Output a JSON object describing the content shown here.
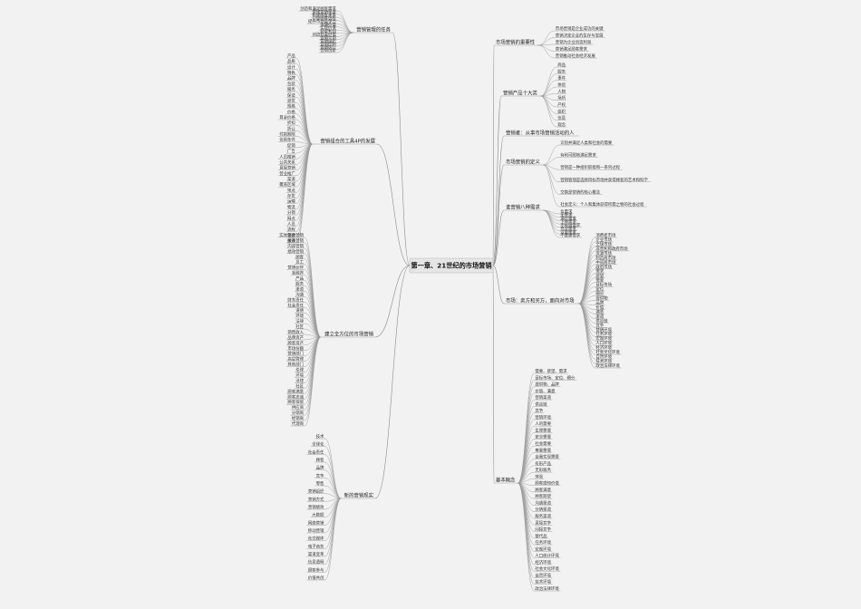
{
  "center": {
    "label": "第一章、21世纪的市场营销"
  },
  "branches": [
    {
      "label": "营销管理的任务",
      "side": "left",
      "children": [
        "创造和满足顾客需求",
        "管理营销渠道",
        "构建顾客关系",
        "引导顾客选择",
        "提升市场竞争力",
        "传播价值",
        "实现价值",
        "获取利润",
        "创造社会价值",
        "营销计划",
        "营销组织",
        "营销控制",
        "营销执行",
        "营销创新"
      ]
    },
    {
      "label": "营销组合的工具4P的发展",
      "side": "left",
      "children": [
        "产品",
        "品质",
        "设计",
        "特色",
        "品牌",
        "包装",
        "服务",
        "保证",
        "退货",
        "规格",
        "价格",
        "目录价格",
        "折扣",
        "折让",
        "付款期限",
        "信用条件",
        "促销",
        "广告",
        "人员推销",
        "公共关系",
        "直接营销",
        "营业推广",
        "渠道",
        "覆盖区域",
        "地点",
        "存货",
        "运输",
        "物流",
        "分销",
        "网点",
        "人员",
        "流程",
        "实体证据",
        "绩效"
      ]
    },
    {
      "label": "建立全方位的市场营销",
      "side": "left",
      "children": [
        "整合营销",
        "关系营销",
        "内部营销",
        "绩效营销",
        "顾客",
        "员工",
        "营销伙伴",
        "金融界",
        "产品",
        "服务",
        "渠道",
        "沟通",
        "财务责任",
        "社会责任",
        "道德",
        "环境",
        "法律",
        "社区",
        "销售收入",
        "品牌资产",
        "顾客资产",
        "市场份额",
        "营销部门",
        "高层管理",
        "其他部门",
        "伦理",
        "环境",
        "法律",
        "社区",
        "顾客满意",
        "顾客忠诚",
        "顾客保留",
        "供应商",
        "分销商",
        "经销商",
        "代理商"
      ]
    },
    {
      "label": "新的营销现实",
      "side": "left",
      "children": [
        "技术",
        "全球化",
        "社会责任",
        "顾客",
        "品牌",
        "竞争",
        "零售",
        "营销组织",
        "营销方式",
        "营销绩效",
        "大数据",
        "网络营销",
        "移动营销",
        "社交媒体",
        "电子商务",
        "渠道变革",
        "信息透明",
        "顾客参与",
        "价值共创"
      ]
    },
    {
      "label": "市场营销的重要性",
      "side": "right",
      "children": [
        "市场营销是企业成功的关键",
        "营销决定企业的生存与发展",
        "营销为企业创造利润",
        "营销满足顾客需求",
        "营销推动社会经济发展"
      ]
    },
    {
      "label": "营销产品十大类",
      "side": "right",
      "children": [
        "商品",
        "服务",
        "事件",
        "体验",
        "人物",
        "场所",
        "产权",
        "组织",
        "信息",
        "观念"
      ]
    },
    {
      "label": "营销者：从事市场营销活动的人",
      "side": "right",
      "children": []
    },
    {
      "label": "市场营销的定义",
      "side": "right",
      "children": [
        "识别并满足人类和社会的需要",
        "有利可图地满足需求",
        "营销是一种组织职能和一系列过程",
        "营销管理是选择目标市场并获得顾客的艺术和科学",
        "交换是营销的核心概念",
        "社会定义：个人和集体获得所需之物的社会过程"
      ]
    },
    {
      "label": "谁营销八种需求",
      "side": "right",
      "children": [
        "负需求",
        "无需求",
        "潜在需求",
        "下降需求",
        "不规则需求",
        "充分需求",
        "过量需求",
        "不健康需求"
      ]
    },
    {
      "label": "市场：卖方和买方，面向对市场",
      "side": "right",
      "children": [
        "消费者市场",
        "企业市场",
        "全球市场",
        "非营利和政府市场",
        "资源市场",
        "制造商市场",
        "中间商市场",
        "政府市场",
        "需求",
        "欲望",
        "需要",
        "目标市场",
        "定位",
        "细分",
        "提供物",
        "品牌",
        "价值",
        "满意",
        "渠道",
        "供应链",
        "竞争",
        "营销环境",
        "任务环境",
        "宏观环境",
        "人口环境",
        "经济环境",
        "社会文化环境",
        "自然环境",
        "技术环境",
        "政治法律环境"
      ]
    },
    {
      "label": "基本概念",
      "side": "right",
      "children": [
        "需要、欲望、需求",
        "目标市场、定位、细分",
        "提供物、品牌",
        "价值、满意",
        "营销渠道",
        "供应链",
        "竞争",
        "营销环境",
        "人的需要",
        "生理需要",
        "安全需要",
        "社会需要",
        "尊重需要",
        "自我实现需要",
        "有形产品",
        "无形服务",
        "体验",
        "顾客感知价值",
        "顾客满意",
        "顾客期望",
        "沟通渠道",
        "分销渠道",
        "服务渠道",
        "直接竞争",
        "间接竞争",
        "替代品",
        "任务环境",
        "宏观环境",
        "人口统计环境",
        "经济环境",
        "社会文化环境",
        "自然环境",
        "技术环境",
        "政治法律环境"
      ]
    }
  ]
}
